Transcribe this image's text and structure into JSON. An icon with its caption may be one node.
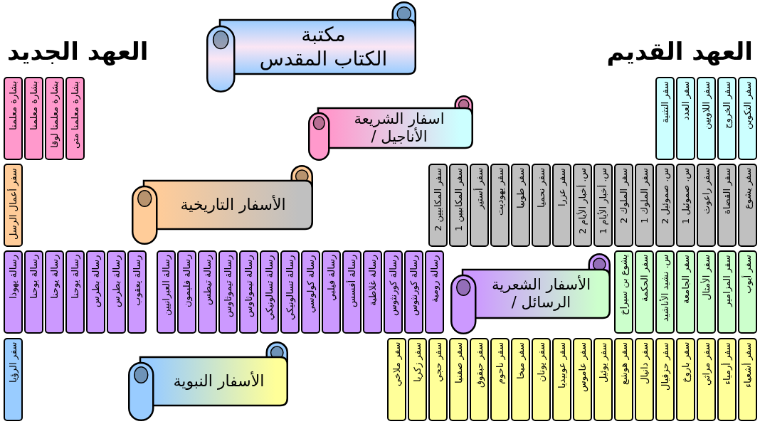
{
  "diagram": {
    "nodes": [
      {
        "text": [
          "مكتبة الكتاب المقدس"
        ]
      },
      {
        "text": [
          "اسفار الشريعة / الأناجيل"
        ]
      },
      {
        "text": [
          "الأسفار التاريخية"
        ]
      },
      {
        "text": [
          "الأسفار الشعرية / الرسائل"
        ]
      },
      {
        "text": [
          "الأسفار النبوية"
        ]
      },
      {
        "text": [
          "سفر التكوين"
        ]
      },
      {
        "text": [
          "سفر الخروج"
        ]
      },
      {
        "text": [
          "سفر اللاويين"
        ]
      },
      {
        "text": [
          "سفر العدد"
        ]
      },
      {
        "text": [
          "سفر التثنية"
        ]
      },
      {
        "text": [
          "سفر يشوع"
        ]
      },
      {
        "text": [
          "سفر القضاة"
        ]
      },
      {
        "text": [
          "سفر راعوث"
        ]
      },
      {
        "text": [
          "س. صموئيل 1"
        ]
      },
      {
        "text": [
          "س. صموئيل 2"
        ]
      },
      {
        "text": [
          "سفر الملوك 1"
        ]
      },
      {
        "text": [
          "سفر الملوك 2"
        ]
      },
      {
        "text": [
          "س. أخبار الأيام 1"
        ]
      },
      {
        "text": [
          "س. أخبار الأيام 2"
        ]
      },
      {
        "text": [
          "سفر عزرا"
        ]
      },
      {
        "text": [
          "سفر نحميا"
        ]
      },
      {
        "text": [
          "سفر طوبيا"
        ]
      },
      {
        "text": [
          "سفر يهوديت"
        ]
      },
      {
        "text": [
          "سفر أستير"
        ]
      },
      {
        "text": [
          "سفر المكابيين 1"
        ]
      },
      {
        "text": [
          "سفر المكابيين 2"
        ]
      },
      {
        "text": [
          "سفر أيوب"
        ]
      },
      {
        "text": [
          "سفر المزامير"
        ]
      },
      {
        "text": [
          "سفر الأمثال"
        ]
      },
      {
        "text": [
          "سفر الجامعة"
        ]
      },
      {
        "text": [
          "س. نشيد الأناشيد"
        ]
      },
      {
        "text": [
          "سفر الحكمة"
        ]
      },
      {
        "text": [
          "يشوع بن سيراخ"
        ]
      },
      {
        "text": [
          "سفر أشعياء"
        ]
      },
      {
        "text": [
          "سفر أرمياء"
        ]
      },
      {
        "text": [
          "سفر مراثي"
        ]
      },
      {
        "text": [
          "سفر باروخ"
        ]
      },
      {
        "text": [
          "سفر حزقيال"
        ]
      },
      {
        "text": [
          "سفر دانيال"
        ]
      },
      {
        "text": [
          "سفر هوشع"
        ]
      },
      {
        "text": [
          "سفر يوئيل"
        ]
      },
      {
        "text": [
          "سفر عاموس"
        ]
      },
      {
        "text": [
          "سفر عوبيديا"
        ]
      },
      {
        "text": [
          "سفر يونان"
        ]
      },
      {
        "text": [
          "سفر ميخا"
        ]
      },
      {
        "text": [
          "سفر ناحوم"
        ]
      },
      {
        "text": [
          "سفر حبقوق"
        ]
      },
      {
        "text": [
          "سفر صفنيا"
        ]
      },
      {
        "text": [
          "سفر حجي"
        ]
      },
      {
        "text": [
          "سفر زكريا"
        ]
      },
      {
        "text": [
          "سفر ملاخي"
        ]
      },
      {
        "text": [
          "بشارة معلمنا متى"
        ]
      },
      {
        "text": [
          "بشارة معلمنا لوقا"
        ]
      },
      {
        "text": [
          "بشارة معلمنا"
        ]
      },
      {
        "text": [
          "بشارة معلمنا"
        ]
      },
      {
        "text": [
          "سفر أعمال الرسل"
        ]
      },
      {
        "text": [
          "رسالة رومية"
        ]
      },
      {
        "text": [
          "رسالة كورنثوس"
        ]
      },
      {
        "text": [
          "رسالة كورنثوس"
        ]
      },
      {
        "text": [
          "رسالة غلاطية"
        ]
      },
      {
        "text": [
          "رسالة أفسس"
        ]
      },
      {
        "text": [
          "رسالة فيلبي"
        ]
      },
      {
        "text": [
          "رسالة كولوسي"
        ]
      },
      {
        "text": [
          "رسالة تسالونيكي"
        ]
      },
      {
        "text": [
          "رسالة تسالونيكي"
        ]
      },
      {
        "text": [
          "رسالة تيموثاوس"
        ]
      },
      {
        "text": [
          "رسالة تيموثاوس"
        ]
      },
      {
        "text": [
          "رسالة تيطس"
        ]
      },
      {
        "text": [
          "رسالة فليمون"
        ]
      },
      {
        "text": [
          "رسالة العبرانيين"
        ]
      },
      {
        "text": [
          "رسالة يعقوب"
        ]
      },
      {
        "text": [
          "رسالة بطرس"
        ]
      },
      {
        "text": [
          "رسالة بطرس"
        ]
      },
      {
        "text": [
          "رسالة يوحنا"
        ]
      },
      {
        "text": [
          "رسالة يوحنا"
        ]
      },
      {
        "text": [
          "رسالة يوحنا"
        ]
      },
      {
        "text": [
          "رسالة يهوذا"
        ]
      },
      {
        "text": [
          "سفر الرؤيا"
        ]
      }
    ],
    "labels": [
      "العهد القديم",
      "العهد الجديد"
    ]
  }
}
